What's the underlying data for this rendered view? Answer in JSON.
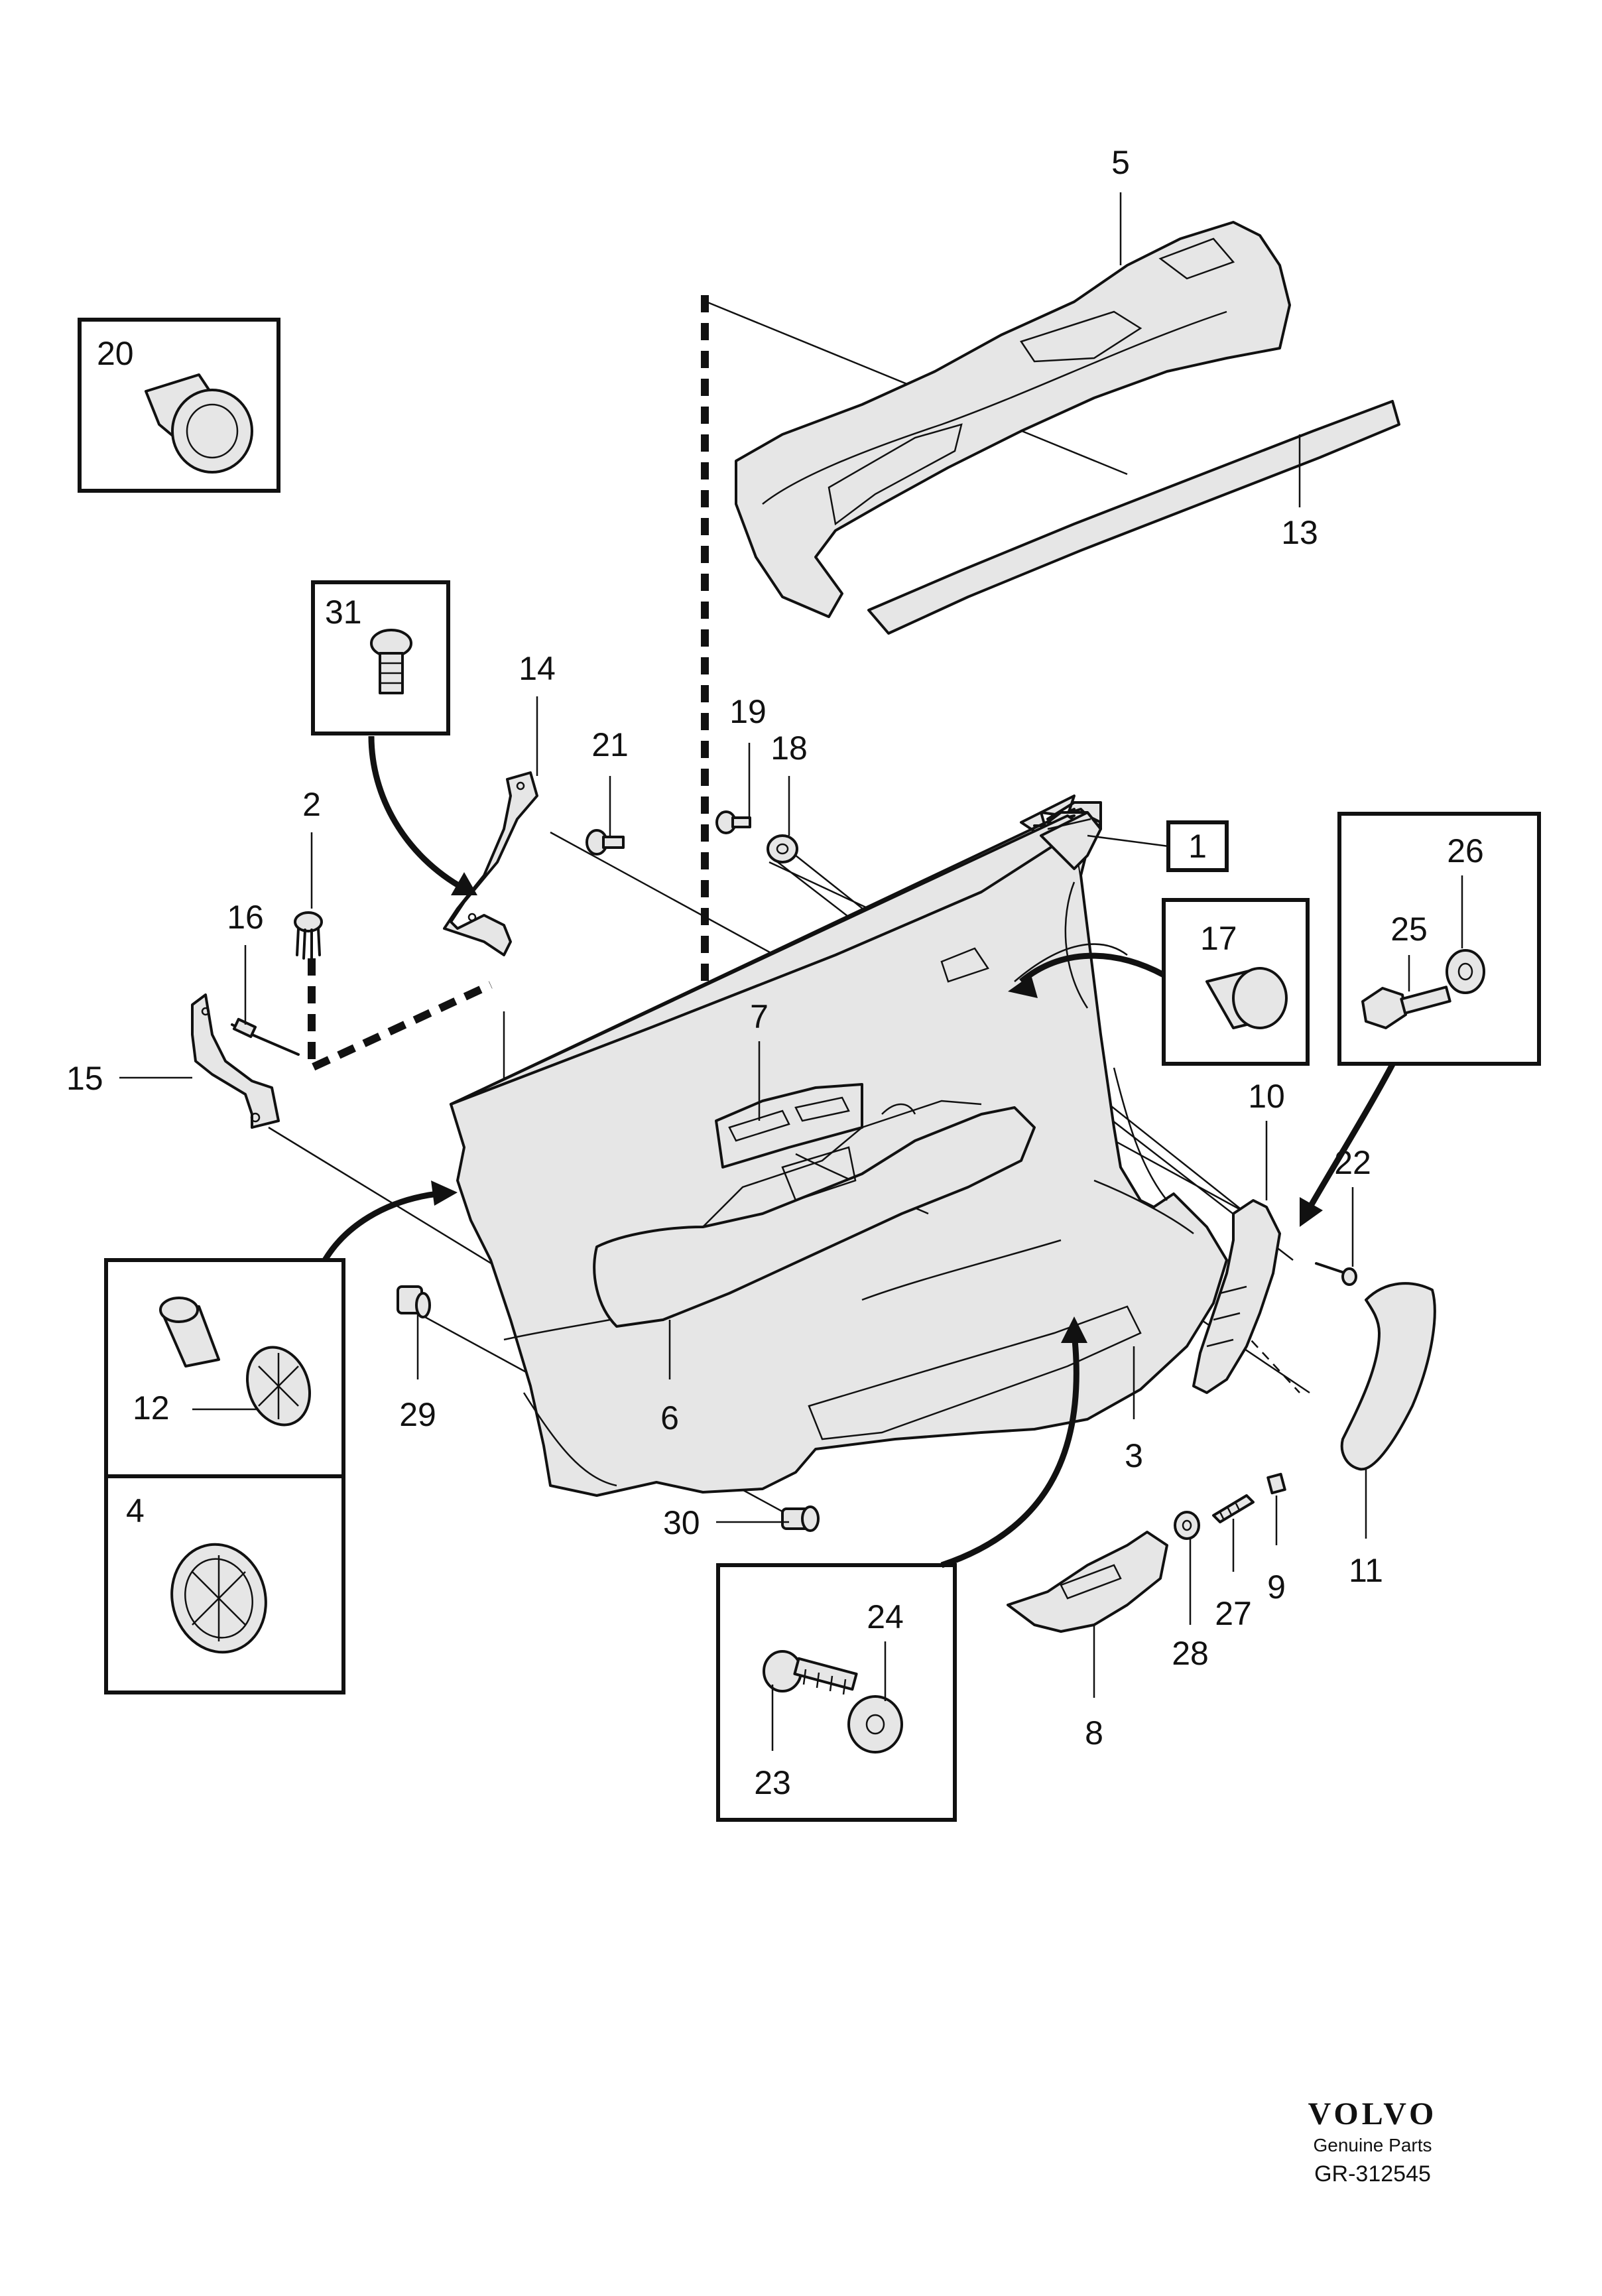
{
  "diagram": {
    "labels": {
      "p1": "1",
      "p2": "2",
      "p3": "3",
      "p4": "4",
      "p5": "5",
      "p6": "6",
      "p7": "7",
      "p8": "8",
      "p9": "9",
      "p10": "10",
      "p11": "11",
      "p12": "12",
      "p13": "13",
      "p14": "14",
      "p15": "15",
      "p16": "16",
      "p17": "17",
      "p18": "18",
      "p19": "19",
      "p20": "20",
      "p21": "21",
      "p22": "22",
      "p23": "23",
      "p24": "24",
      "p25": "25",
      "p26": "26",
      "p27": "27",
      "p28": "28",
      "p29": "29",
      "p30": "30",
      "p31": "31"
    }
  },
  "brand": {
    "logo": "VOLVO",
    "subtitle": "Genuine Parts",
    "code": "GR-312545"
  }
}
